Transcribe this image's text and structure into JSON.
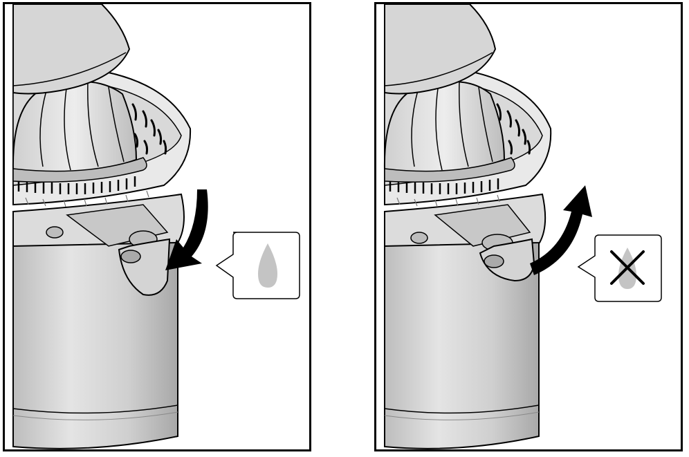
{
  "panels": [
    {
      "id": "left",
      "spout_state": "down",
      "arrow_direction": "down",
      "callout_icon": "drop-icon"
    },
    {
      "id": "right",
      "spout_state": "up",
      "arrow_direction": "up",
      "callout_icon": "drop-crossed-icon"
    }
  ],
  "colors": {
    "outline": "#000000",
    "body_light": "#ececec",
    "body_mid": "#d2d2d2",
    "body_dark": "#a9a9a9",
    "drop": "#c4c4c4",
    "arrow": "#000000",
    "background": "#ffffff"
  }
}
